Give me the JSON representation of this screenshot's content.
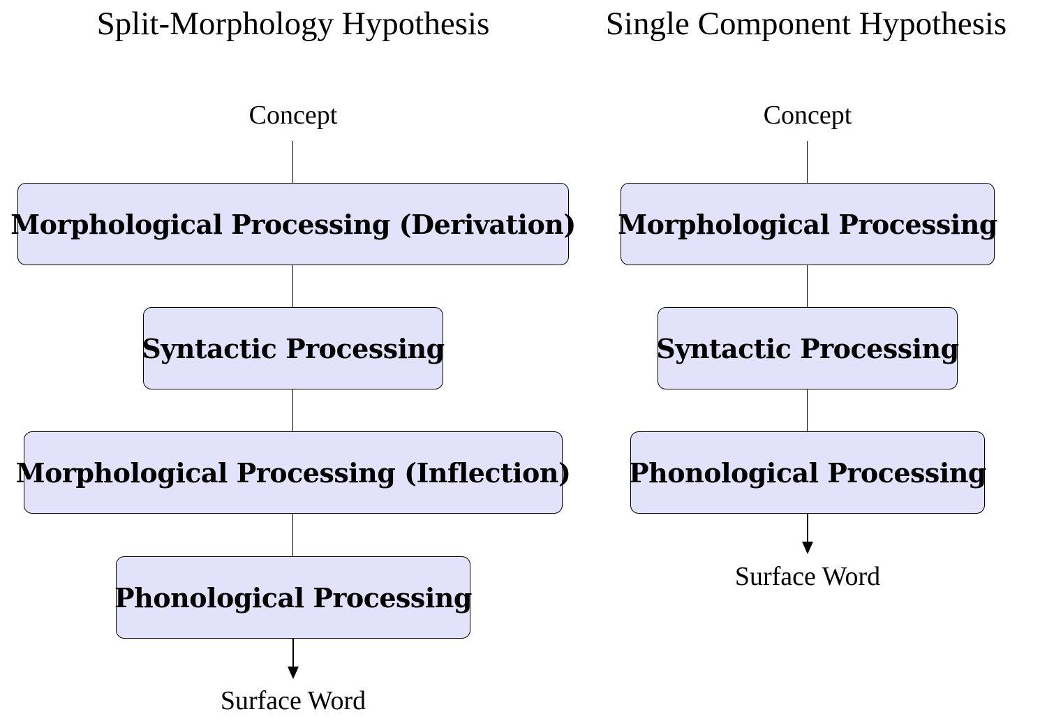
{
  "left_column": {
    "title": "Split-Morphology Hypothesis",
    "top_label": "Concept",
    "boxes": [
      "Morphological Processing (Derivation)",
      "Syntactic Processing",
      "Morphological Processing (Inflection)",
      "Phonological Processing"
    ],
    "bottom_label": "Surface Word"
  },
  "right_column": {
    "title": "Single Component Hypothesis",
    "top_label": "Concept",
    "boxes": [
      "Morphological Processing",
      "Syntactic Processing",
      "Phonological Processing"
    ],
    "bottom_label": "Surface Word"
  },
  "colors": {
    "box_fill": "#e2e2fb",
    "stroke": "#000000"
  }
}
